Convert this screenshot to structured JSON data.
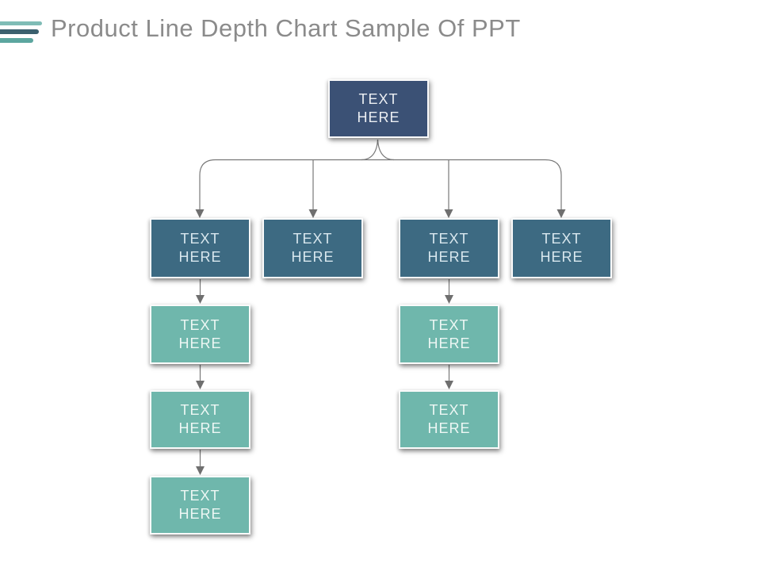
{
  "slide": {
    "title": "Product Line Depth Chart Sample Of PPT"
  },
  "colors": {
    "root_box": "#3b5175",
    "level2_box": "#3d6a82",
    "level3_box": "#6fb7ac",
    "connector": "#787878",
    "title_text": "#8b8b8b",
    "accent_bar_light": "#7fbcb6",
    "accent_bar_dark": "#3b606e",
    "accent_bar_teal": "#5ca69f"
  },
  "tree": {
    "root": {
      "label": "TEXT HERE"
    },
    "branches": [
      {
        "label": "TEXT HERE",
        "children": [
          {
            "label": "TEXT HERE"
          },
          {
            "label": "TEXT HERE"
          },
          {
            "label": "TEXT HERE"
          }
        ]
      },
      {
        "label": "TEXT HERE",
        "children": []
      },
      {
        "label": "TEXT HERE",
        "children": [
          {
            "label": "TEXT HERE"
          },
          {
            "label": "TEXT HERE"
          }
        ]
      },
      {
        "label": "TEXT HERE",
        "children": []
      }
    ]
  }
}
